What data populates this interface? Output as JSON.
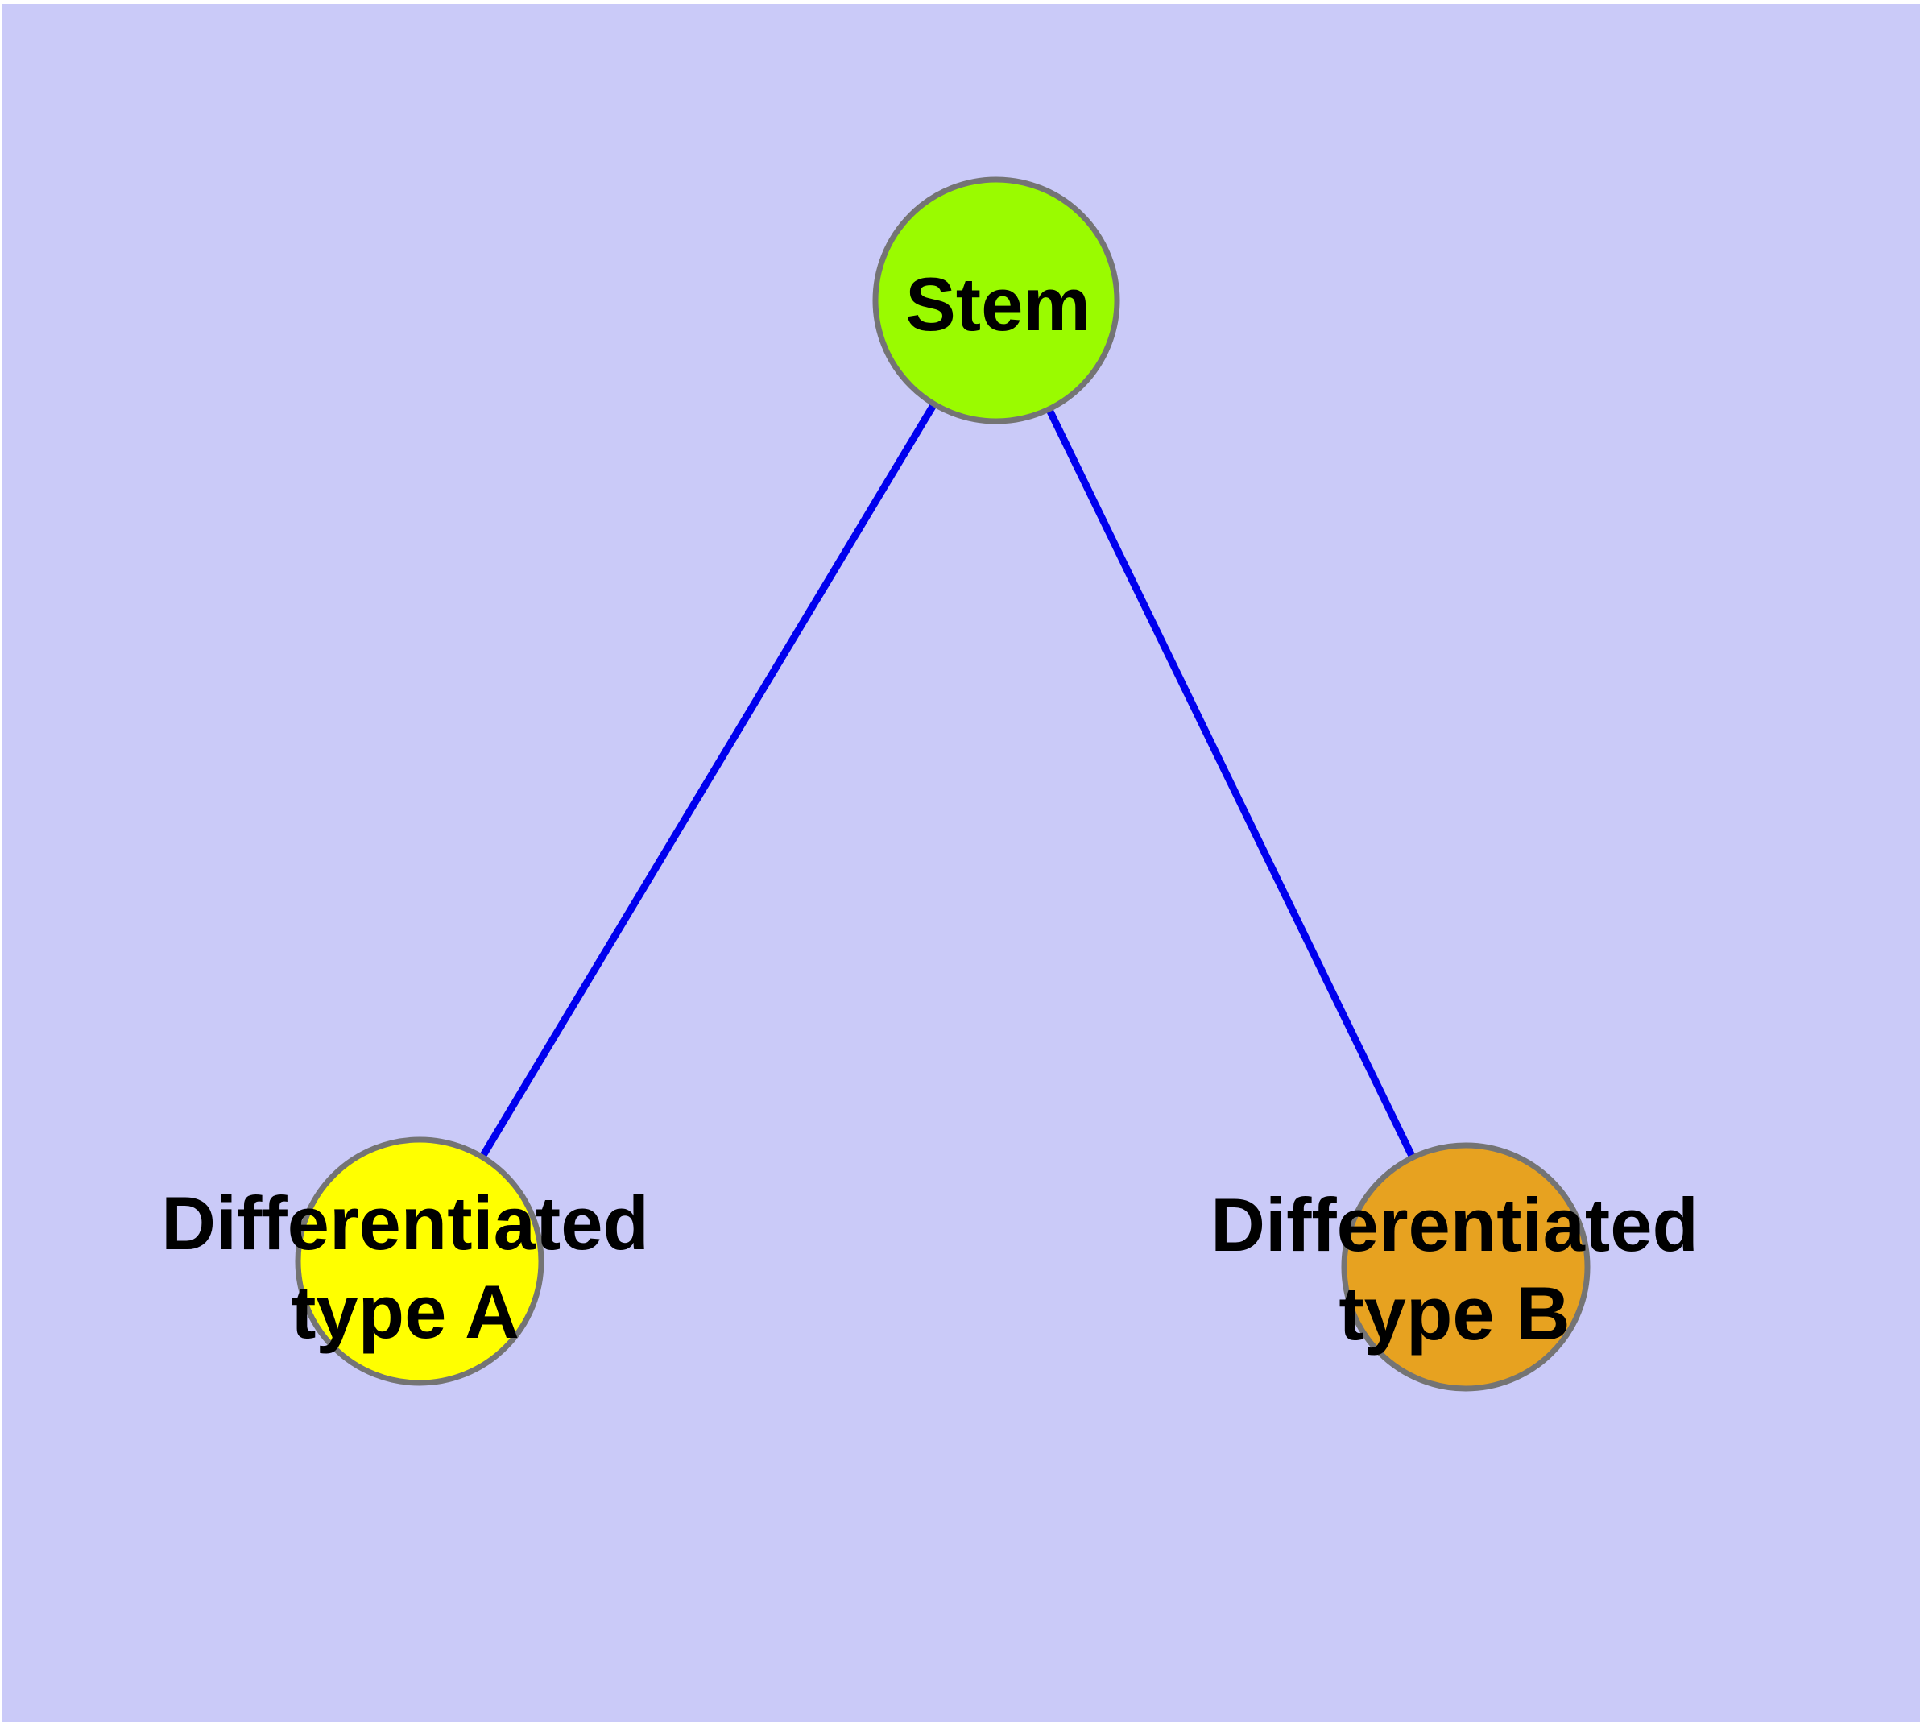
{
  "diagram": {
    "type": "node-link-graph",
    "background_color": "#cacaf8",
    "border_strip_color": "#ffffff",
    "edge_color": "#0000ee",
    "node_border_color": "#747474",
    "text_color": "#000000",
    "nodes": [
      {
        "id": "stem",
        "label": "Stem",
        "lines": [
          "Stem"
        ],
        "fill": "#9afb00"
      },
      {
        "id": "differentiated-type-a",
        "label": "Differentiated type A",
        "lines": [
          "Differentiated",
          "type A"
        ],
        "fill": "#ffff00"
      },
      {
        "id": "differentiated-type-b",
        "label": "Differentiated type B",
        "lines": [
          "Differentiated",
          "type B"
        ],
        "fill": "#e7a220"
      }
    ],
    "edges": [
      {
        "from": "stem",
        "to": "differentiated-type-a"
      },
      {
        "from": "stem",
        "to": "differentiated-type-b"
      }
    ]
  }
}
